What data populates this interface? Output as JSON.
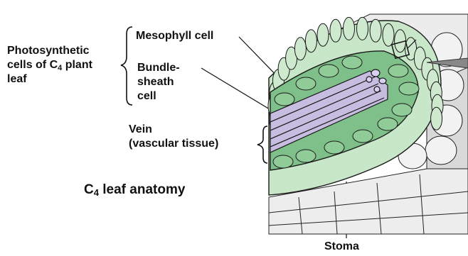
{
  "labels": {
    "group_line1": "Photosynthetic",
    "group_line2_prefix": "cells of C",
    "group_line2_sub": "4",
    "group_line2_suffix": " plant",
    "group_line3": "leaf",
    "mesophyll": "Mesophyll cell",
    "bundle_line1": "Bundle-",
    "bundle_line2": "sheath",
    "bundle_line3": "cell",
    "vein_line1": "Vein",
    "vein_line2": "(vascular tissue)",
    "title_prefix": "C",
    "title_sub": "4",
    "title_suffix": " leaf anatomy",
    "stoma": "Stoma"
  },
  "colors": {
    "mesophyll_fill": "#c8e6c8",
    "bundle_sheath_fill": "#7fc08a",
    "vein_fill": "#c6bde0",
    "epidermis_fill": "#f4f4f4",
    "outline": "#1a1a1a"
  }
}
